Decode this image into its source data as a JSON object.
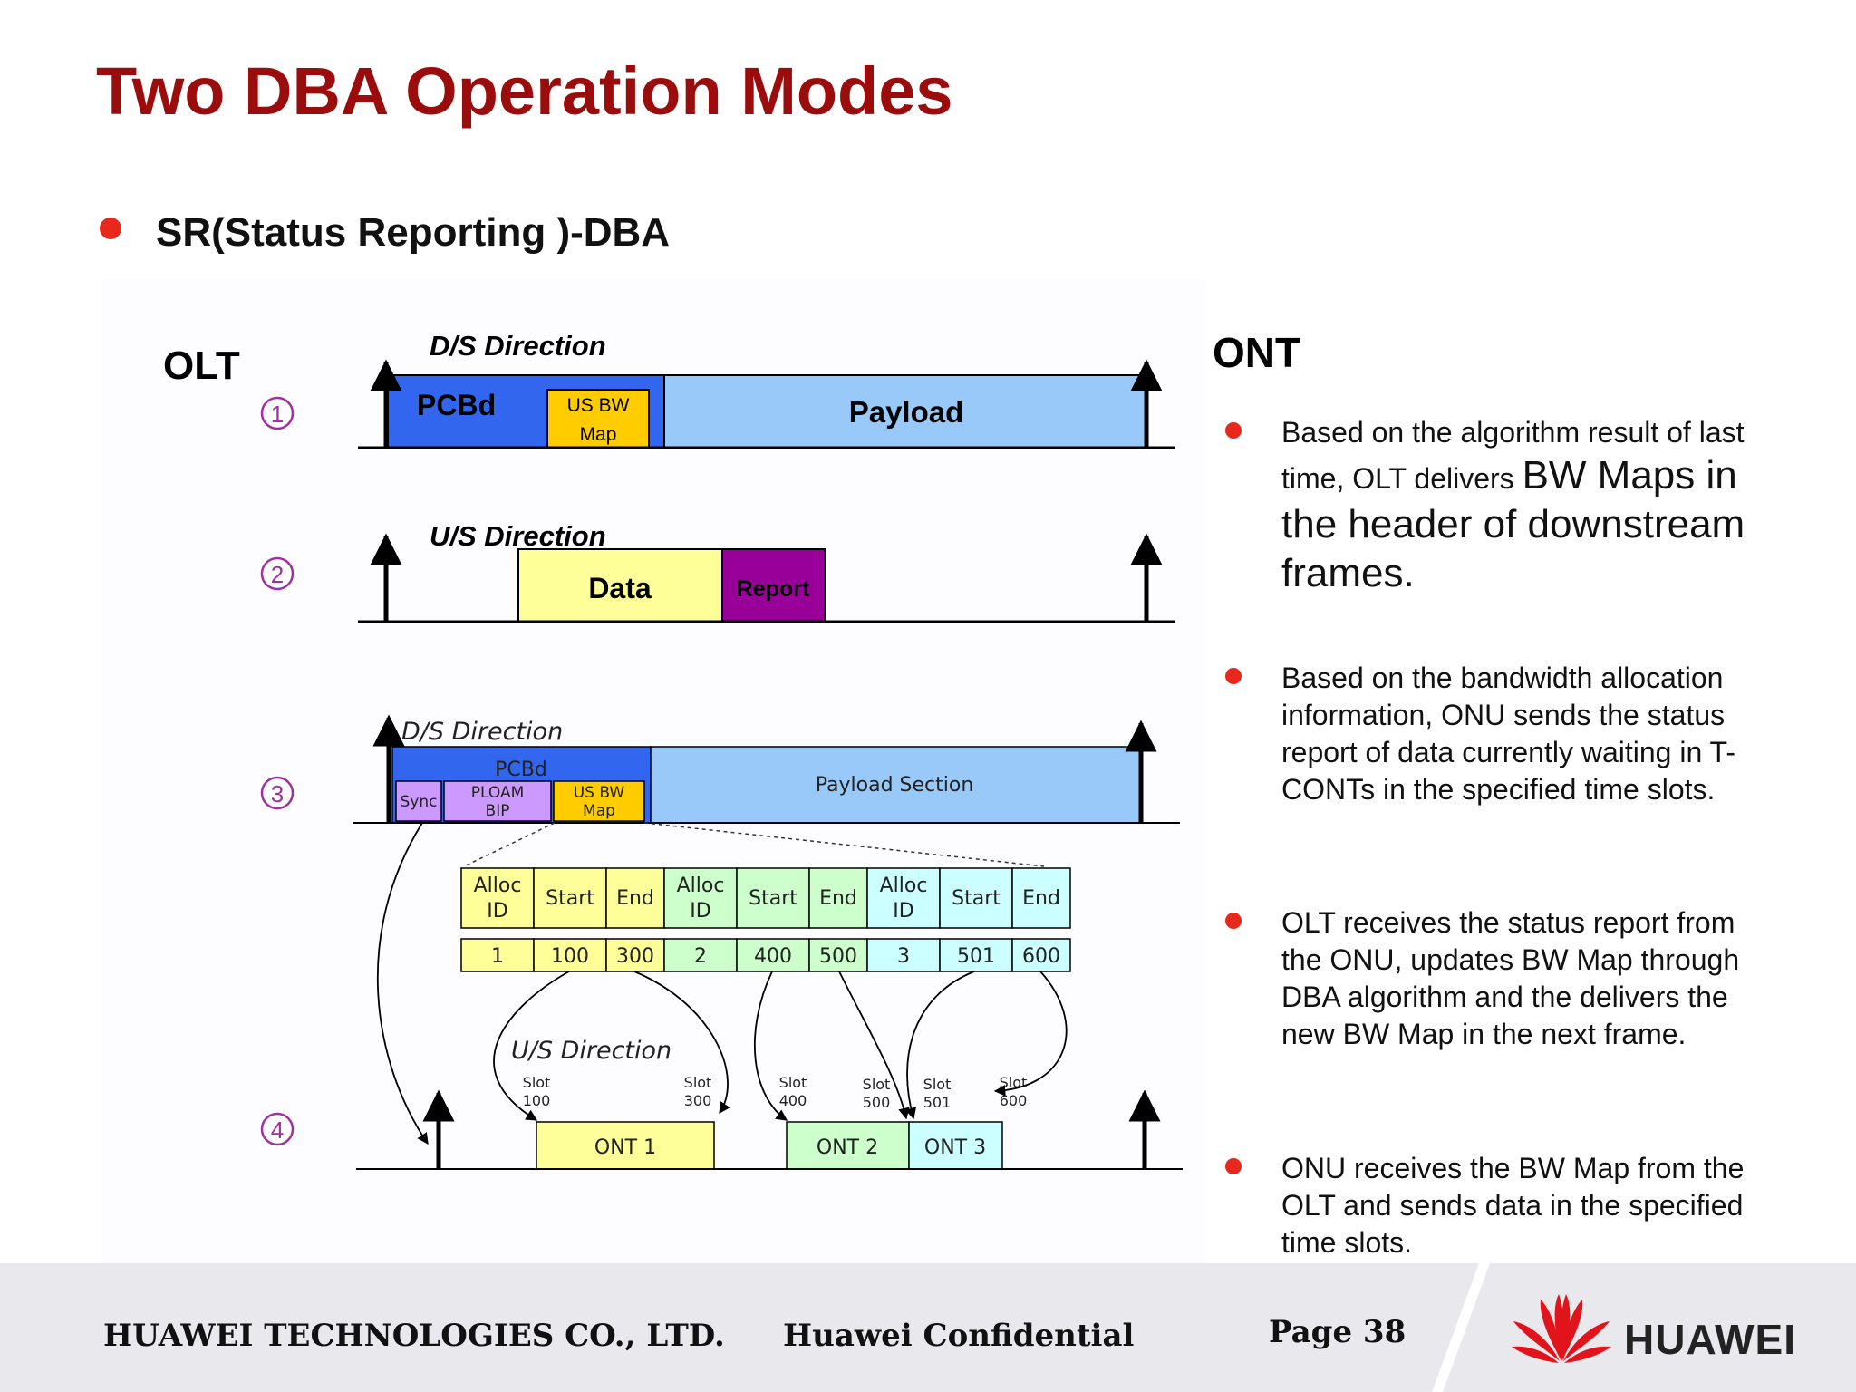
{
  "slide": {
    "title": "Two DBA Operation Modes",
    "subtitle": "SR(Status Reporting )-DBA"
  },
  "diagram": {
    "olt_label": "OLT",
    "ont_label": "ONT",
    "steps": [
      "①",
      "②",
      "③",
      "④"
    ],
    "row1": {
      "direction": "D/S Direction",
      "pcbd": "PCBd",
      "usbw_line1": "US BW",
      "usbw_line2": "Map",
      "payload": "Payload"
    },
    "row2": {
      "direction": "U/S Direction",
      "data": "Data",
      "report": "Report"
    },
    "row3": {
      "direction": "D/S Direction",
      "pcbd": "PCBd",
      "sync": "Sync",
      "ploam_line1": "PLOAM",
      "ploam_line2": "BIP",
      "usbw_line1": "US BW",
      "usbw_line2": "Map",
      "payload": "Payload Section"
    },
    "bwmap": {
      "headers": [
        [
          "Alloc",
          "ID"
        ],
        [
          "Start"
        ],
        [
          "End"
        ],
        [
          "Alloc",
          "ID"
        ],
        [
          "Start"
        ],
        [
          "End"
        ],
        [
          "Alloc",
          "ID"
        ],
        [
          "Start"
        ],
        [
          "End"
        ]
      ],
      "values": [
        "1",
        "100",
        "300",
        "2",
        "400",
        "500",
        "3",
        "501",
        "600"
      ]
    },
    "row4": {
      "direction": "U/S Direction",
      "slots": [
        [
          "Slot",
          "100"
        ],
        [
          "Slot",
          "300"
        ],
        [
          "Slot",
          "400"
        ],
        [
          "Slot",
          "500"
        ],
        [
          "Slot",
          "501"
        ],
        [
          "Slot",
          "600"
        ]
      ],
      "onts": [
        "ONT 1",
        "ONT 2",
        "ONT 3"
      ]
    },
    "colors": {
      "pcbd_blue": "#3366ee",
      "payload_blue": "#99c9f9",
      "usbw_yellow": "#ffcc00",
      "data_yellow": "#ffff99",
      "report_purple": "#990099",
      "sync_lilac": "#cc99ff",
      "ont_green": "#ccffcc",
      "ont_cyan": "#ccffff"
    }
  },
  "bullets": [
    {
      "part1": "Based on the algorithm result of last time, OLT delivers ",
      "part2": "BW Maps in the header of downstream frames."
    },
    {
      "part1": "Based on the bandwidth allocation information, ONU sends the status report of  data currently waiting in T-CONTs in the specified time slots.",
      "part2": ""
    },
    {
      "part1": "OLT receives the status report from the ONU, updates BW Map through DBA algorithm and the delivers the new BW Map in the next frame.",
      "part2": ""
    },
    {
      "part1": "ONU receives the BW Map from the OLT and sends data in the specified time slots.",
      "part2": ""
    }
  ],
  "footer": {
    "company": "HUAWEI TECHNOLOGIES CO., LTD.",
    "confidential": "Huawei Confidential",
    "page": "Page 38",
    "logo": "HUAWEI"
  }
}
